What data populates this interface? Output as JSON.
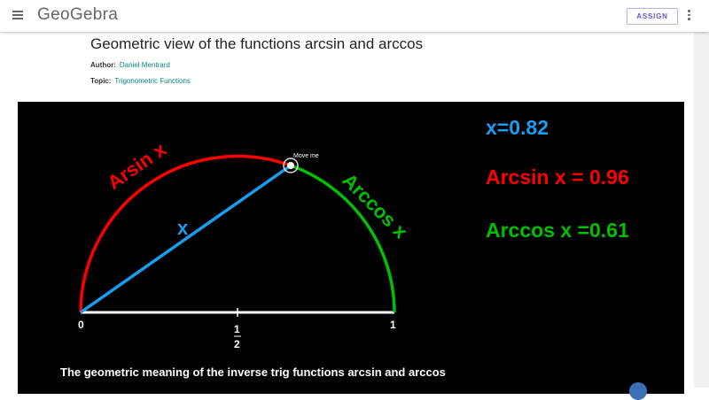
{
  "header": {
    "menu_icon": "hamburger-icon",
    "logo": "GeoGebra",
    "assign_label": "ASSIGN",
    "more_icon": "more-vertical-icon"
  },
  "page": {
    "title": "Geometric view of the functions arcsin and arccos",
    "author_label": "Author:",
    "author": "Daniel Mentrard",
    "topic_label": "Topic:",
    "topic": "Trigonometric Functions"
  },
  "applet": {
    "arc_label_sin": "Arsin x",
    "arc_label_cos": "Arccos x",
    "segment_label": "x",
    "point_label": "Move me",
    "axis_0": "0",
    "axis_1": "1",
    "axis_half_num": "1",
    "axis_half_den": "2",
    "x_readout": "x=0.82",
    "arcsin_readout": "Arcsin x = 0.96",
    "arccos_readout": "Arccos x =0.61",
    "description": "The geometric meaning of the inverse trig functions arcsin and arccos",
    "colors": {
      "x": "#1a9cf0",
      "arcsin": "#ff0000",
      "arccos": "#00c000"
    }
  }
}
